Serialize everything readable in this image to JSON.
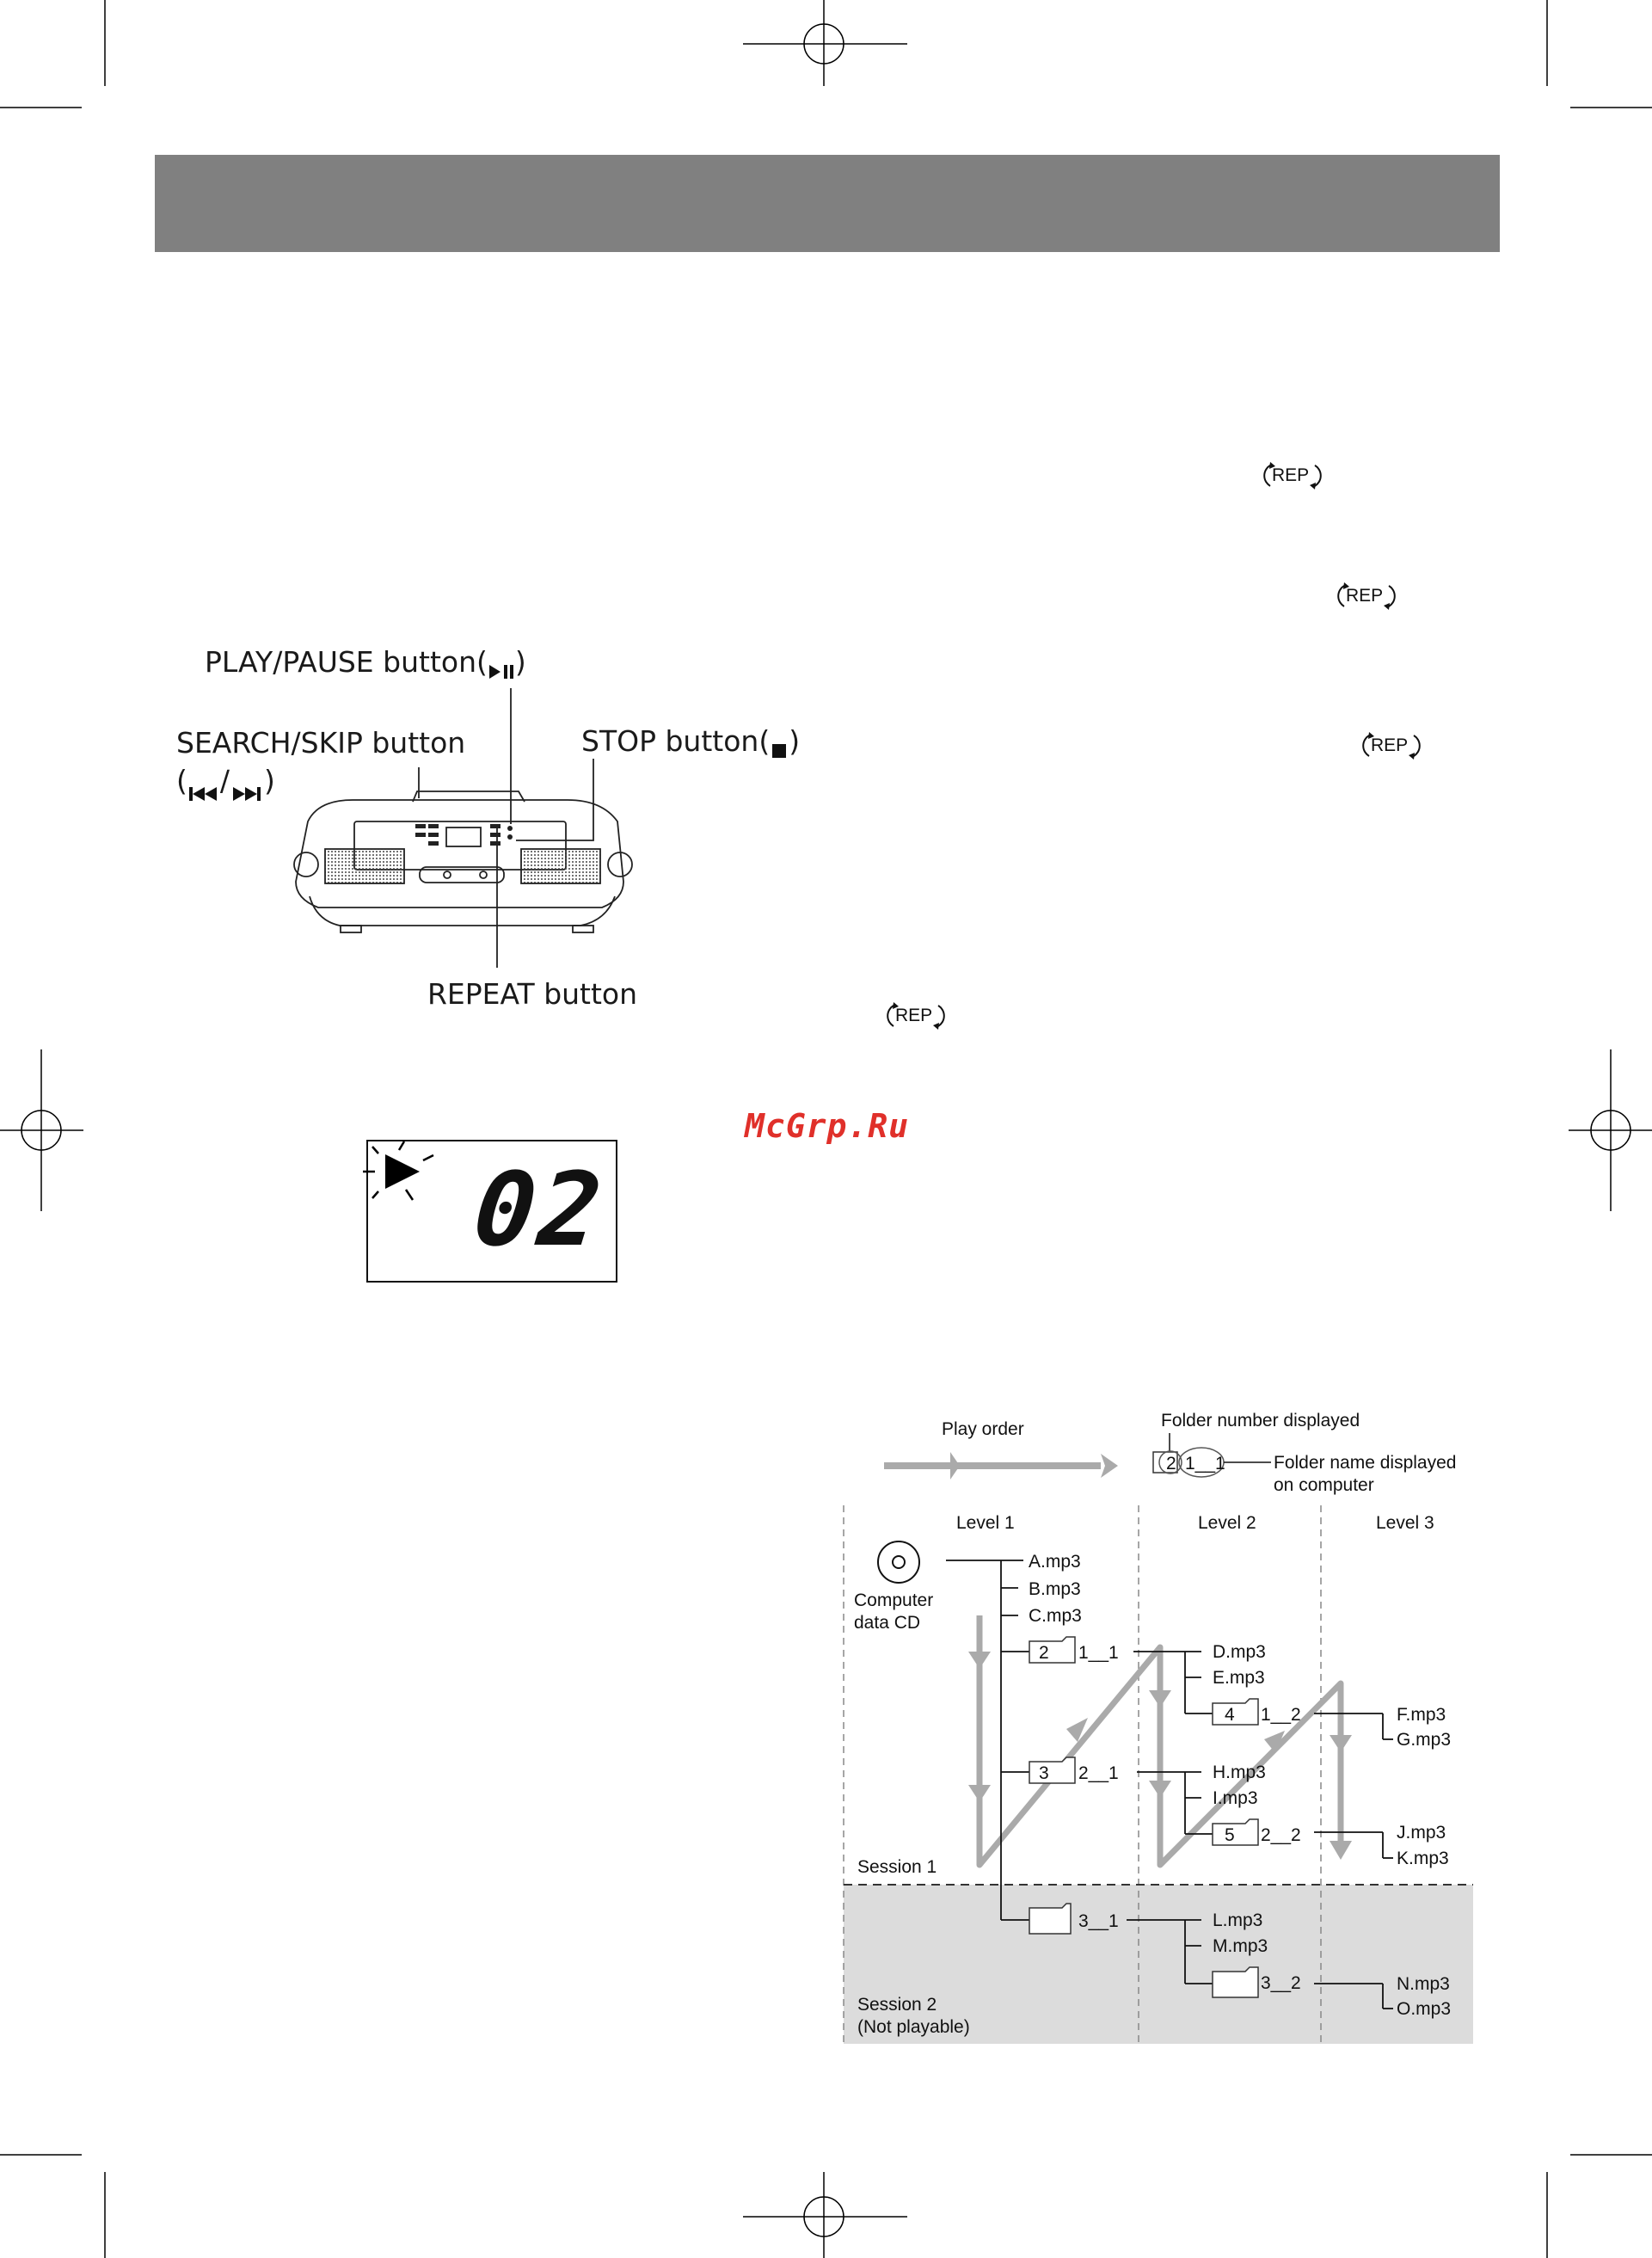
{
  "header": {
    "bar_color": "#808080",
    "text": ""
  },
  "rep_icon_label": "REP",
  "callouts": {
    "play_pause": "PLAY/PAUSE button(",
    "play_pause_close": ")",
    "search_skip_line1": "SEARCH/SKIP button",
    "search_skip_line2": "(",
    "search_skip_sep": "/",
    "search_skip_close": ")",
    "stop": "STOP button(",
    "stop_close": ")",
    "repeat": "REPEAT button"
  },
  "display": {
    "track_number": "02",
    "play_indicator": "play-icon"
  },
  "watermark": "McGrp.Ru",
  "diagram": {
    "legend_play_order": "Play order",
    "legend_folder_number": "Folder number displayed",
    "legend_folder_name_line1": "Folder name displayed",
    "legend_folder_name_line2": "on computer",
    "legend_example_number": "2",
    "legend_example_name": "1__1",
    "level_1": "Level 1",
    "level_2": "Level 2",
    "level_3": "Level 3",
    "cd_label_line1": "Computer",
    "cd_label_line2": "data CD",
    "session_1": "Session 1",
    "session_2_line1": "Session 2",
    "session_2_line2": "(Not playable)",
    "files": {
      "a": "A.mp3",
      "b": "B.mp3",
      "c": "C.mp3",
      "d": "D.mp3",
      "e": "E.mp3",
      "f": "F.mp3",
      "g": "G.mp3",
      "h": "H.mp3",
      "i": "I.mp3",
      "j": "J.mp3",
      "k": "K.mp3",
      "l": "L.mp3",
      "m": "M.mp3",
      "n": "N.mp3",
      "o": "O.mp3"
    },
    "folders": {
      "f1_num": "2",
      "f1_name": "1__1",
      "f2_num": "3",
      "f2_name": "2__1",
      "f3_num": "4",
      "f3_name": "1__2",
      "f4_num": "5",
      "f4_name": "2__2",
      "f5_name": "3__1",
      "f6_name": "3__2"
    },
    "colors": {
      "arrow": "#aaaaaa",
      "session2_bg": "#dcdcdc"
    }
  }
}
